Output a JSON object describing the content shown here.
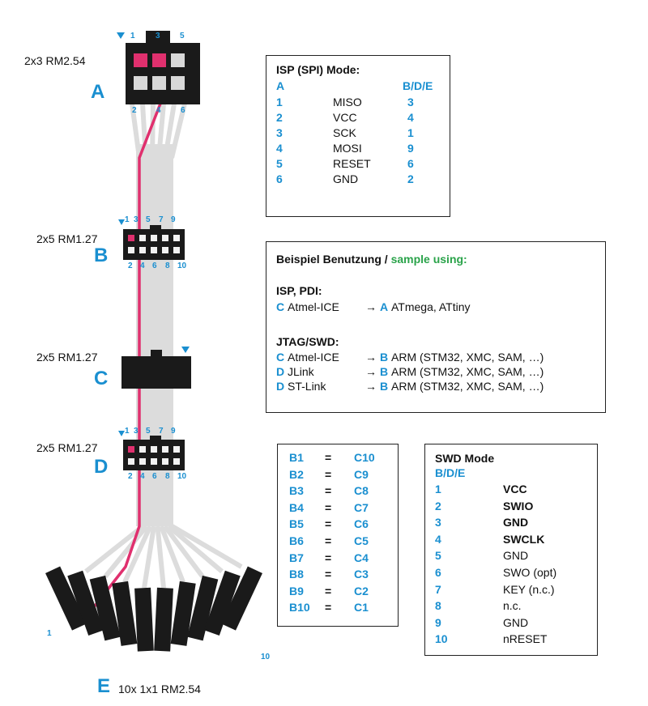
{
  "connectors": {
    "a": {
      "title": "2x3 RM2.54",
      "letter": "A",
      "pins_top": [
        "1",
        "3",
        "5"
      ],
      "pins_bottom": [
        "2",
        "4",
        "6"
      ]
    },
    "b": {
      "title": "2x5 RM1.27",
      "letter": "B",
      "pins_top": [
        "1",
        "3",
        "5",
        "7",
        "9"
      ],
      "pins_bottom": [
        "2",
        "4",
        "6",
        "8",
        "10"
      ]
    },
    "c": {
      "title": "2x5 RM1.27",
      "letter": "C"
    },
    "d": {
      "title": "2x5 RM1.27",
      "letter": "D",
      "pins_top": [
        "1",
        "3",
        "5",
        "7",
        "9"
      ],
      "pins_bottom": [
        "2",
        "4",
        "6",
        "8",
        "10"
      ]
    },
    "e": {
      "title": "10x 1x1 RM2.54",
      "letter": "E",
      "pin_first": "1",
      "pin_last": "10"
    }
  },
  "isp_table": {
    "title": "ISP (SPI) Mode:",
    "header_left": "A",
    "header_right": "B/D/E",
    "rows": [
      {
        "a": "1",
        "signal": "MISO",
        "bde": "3"
      },
      {
        "a": "2",
        "signal": "VCC",
        "bde": "4"
      },
      {
        "a": "3",
        "signal": "SCK",
        "bde": "1"
      },
      {
        "a": "4",
        "signal": "MOSI",
        "bde": "9"
      },
      {
        "a": "5",
        "signal": "RESET",
        "bde": "6"
      },
      {
        "a": "6",
        "signal": "GND",
        "bde": "2"
      }
    ]
  },
  "usage": {
    "title_de": "Beispiel Benutzung /",
    "title_en": "sample using:",
    "section1": "ISP, PDI:",
    "section1_rows": [
      {
        "c1": "C",
        "t1": "Atmel-ICE",
        "arrow": "→",
        "c2": "A",
        "t2": "ATmega, ATtiny"
      }
    ],
    "section2": "JTAG/SWD:",
    "section2_rows": [
      {
        "c1": "C",
        "t1": "Atmel-ICE",
        "arrow": "→",
        "c2": "B",
        "t2": "ARM (STM32, XMC, SAM, …)"
      },
      {
        "c1": "D",
        "t1": "JLink",
        "arrow": "→",
        "c2": "B",
        "t2": "ARM (STM32, XMC, SAM, …)"
      },
      {
        "c1": "D",
        "t1": "ST-Link",
        "arrow": "→",
        "c2": "B",
        "t2": "ARM (STM32, XMC, SAM, …)"
      }
    ]
  },
  "bc_map": {
    "rows": [
      {
        "b": "B1",
        "eq": "=",
        "c": "C10"
      },
      {
        "b": "B2",
        "eq": "=",
        "c": "C9"
      },
      {
        "b": "B3",
        "eq": "=",
        "c": "C8"
      },
      {
        "b": "B4",
        "eq": "=",
        "c": "C7"
      },
      {
        "b": "B5",
        "eq": "=",
        "c": "C6"
      },
      {
        "b": "B6",
        "eq": "=",
        "c": "C5"
      },
      {
        "b": "B7",
        "eq": "=",
        "c": "C4"
      },
      {
        "b": "B8",
        "eq": "=",
        "c": "C3"
      },
      {
        "b": "B9",
        "eq": "=",
        "c": "C2"
      },
      {
        "b": "B10",
        "eq": "=",
        "c": "C1"
      }
    ]
  },
  "swd_table": {
    "title": "SWD Mode",
    "header": "B/D/E",
    "rows": [
      {
        "pin": "1",
        "signal": "VCC",
        "bold": true
      },
      {
        "pin": "2",
        "signal": "SWIO",
        "bold": true
      },
      {
        "pin": "3",
        "signal": "GND",
        "bold": true
      },
      {
        "pin": "4",
        "signal": "SWCLK",
        "bold": true
      },
      {
        "pin": "5",
        "signal": "GND",
        "bold": false
      },
      {
        "pin": "6",
        "signal": "SWO (opt)",
        "bold": false
      },
      {
        "pin": "7",
        "signal": "KEY (n.c.)",
        "bold": false
      },
      {
        "pin": "8",
        "signal": "n.c.",
        "bold": false
      },
      {
        "pin": "9",
        "signal": "GND",
        "bold": false
      },
      {
        "pin": "10",
        "signal": "nRESET",
        "bold": false
      }
    ]
  },
  "colors": {
    "accent_blue": "#1a8fd0",
    "accent_green": "#2aa34a",
    "wire_red": "#e0306e",
    "ribbon_gray": "#dcdcdc",
    "connector_black": "#1a1a1a"
  }
}
